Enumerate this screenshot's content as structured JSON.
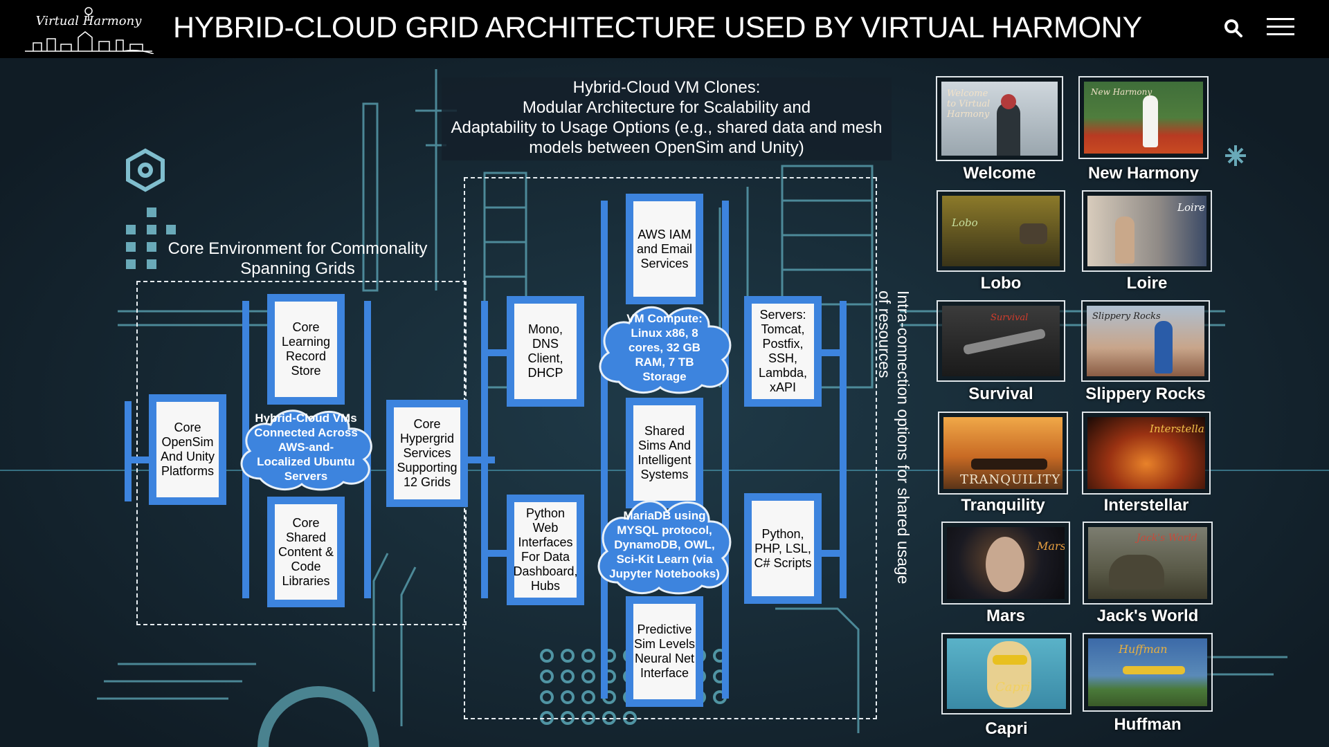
{
  "header": {
    "logo_text": "Virtual Harmony",
    "title": "HYBRID-CLOUD GRID ARCHITECTURE USED BY VIRTUAL HARMONY",
    "search_icon": "search-icon",
    "menu_icon": "hamburger-menu-icon"
  },
  "colors": {
    "node_blue": "#3d84de",
    "circuit": "#6fb8c9",
    "header_bg": "#000000",
    "background": "#14232e"
  },
  "captions": {
    "top_line1": "Hybrid-Cloud VM Clones:",
    "top_line2": "Modular Architecture for Scalability and",
    "top_line3": "Adaptability to Usage Options (e.g., shared data and mesh",
    "top_line4": "models between OpenSim and Unity)",
    "core_env_line1": "Core Environment for Commonality",
    "core_env_line2": "Spanning Grids",
    "intra_line1": "Intra-connection options for shared usage",
    "intra_line2": "of resources"
  },
  "nodes": {
    "core_lrs": "Core Learning Record Store",
    "core_platforms": "Core OpenSim And Unity Platforms",
    "core_shared": "Core Shared Content & Code Libraries",
    "core_hypergrid": "Core Hypergrid Services Supporting 12 Grids",
    "mono": "Mono, DNS Client, DHCP",
    "aws_iam": "AWS IAM and Email Services",
    "servers": "Servers: Tomcat, Postfix, SSH, Lambda, xAPI",
    "shared_sims": "Shared Sims And Intelligent Systems",
    "python_web": "Python Web Interfaces For Data Dashboard, Hubs",
    "scripts": "Python, PHP, LSL, C# Scripts",
    "predictive": "Predictive Sim Levels Neural Net Interface"
  },
  "clouds": {
    "hybrid_vms": "Hybrid-Cloud VMs Connected Across AWS-and-Localized Ubuntu Servers",
    "vm_compute": "VM Compute: Linux x86, 8 cores, 32 GB RAM, 7 TB Storage",
    "mariadb": "MariaDB using MYSQL protocol, DynamoDB, OWL, Sci-Kit Learn (via Jupyter Notebooks)"
  },
  "grids": [
    {
      "name": "Welcome",
      "overlay": "Welcome to Virtual Harmony"
    },
    {
      "name": "New Harmony",
      "overlay": "New Harmony"
    },
    {
      "name": "Lobo",
      "overlay": "Lobo"
    },
    {
      "name": "Loire",
      "overlay": "Loire"
    },
    {
      "name": "Survival",
      "overlay": "Survival"
    },
    {
      "name": "Slippery Rocks",
      "overlay": "Slippery Rocks"
    },
    {
      "name": "Tranquility",
      "overlay": "TRANQUILITY"
    },
    {
      "name": "Interstellar",
      "overlay": "Interstellar"
    },
    {
      "name": "Mars",
      "overlay": "Mars"
    },
    {
      "name": "Jack's World",
      "overlay": "Jack's World"
    },
    {
      "name": "Capri",
      "overlay": "Capri"
    },
    {
      "name": "Huffman",
      "overlay": "Huffman"
    }
  ]
}
